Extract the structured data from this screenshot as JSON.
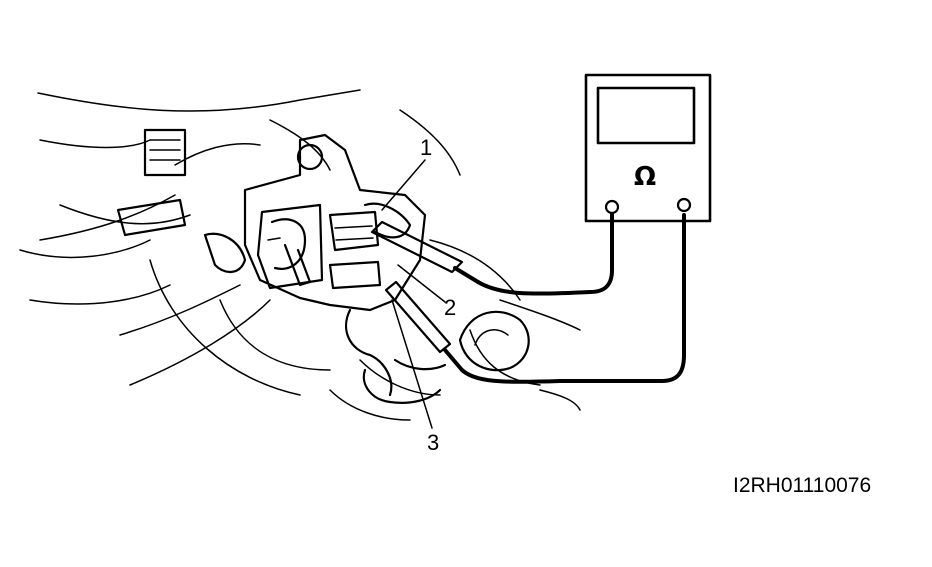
{
  "diagram": {
    "callouts": {
      "one": "1",
      "two": "2",
      "three": "3"
    },
    "meter": {
      "symbol": "Ω"
    },
    "figure_code": "I2RH01110076"
  }
}
